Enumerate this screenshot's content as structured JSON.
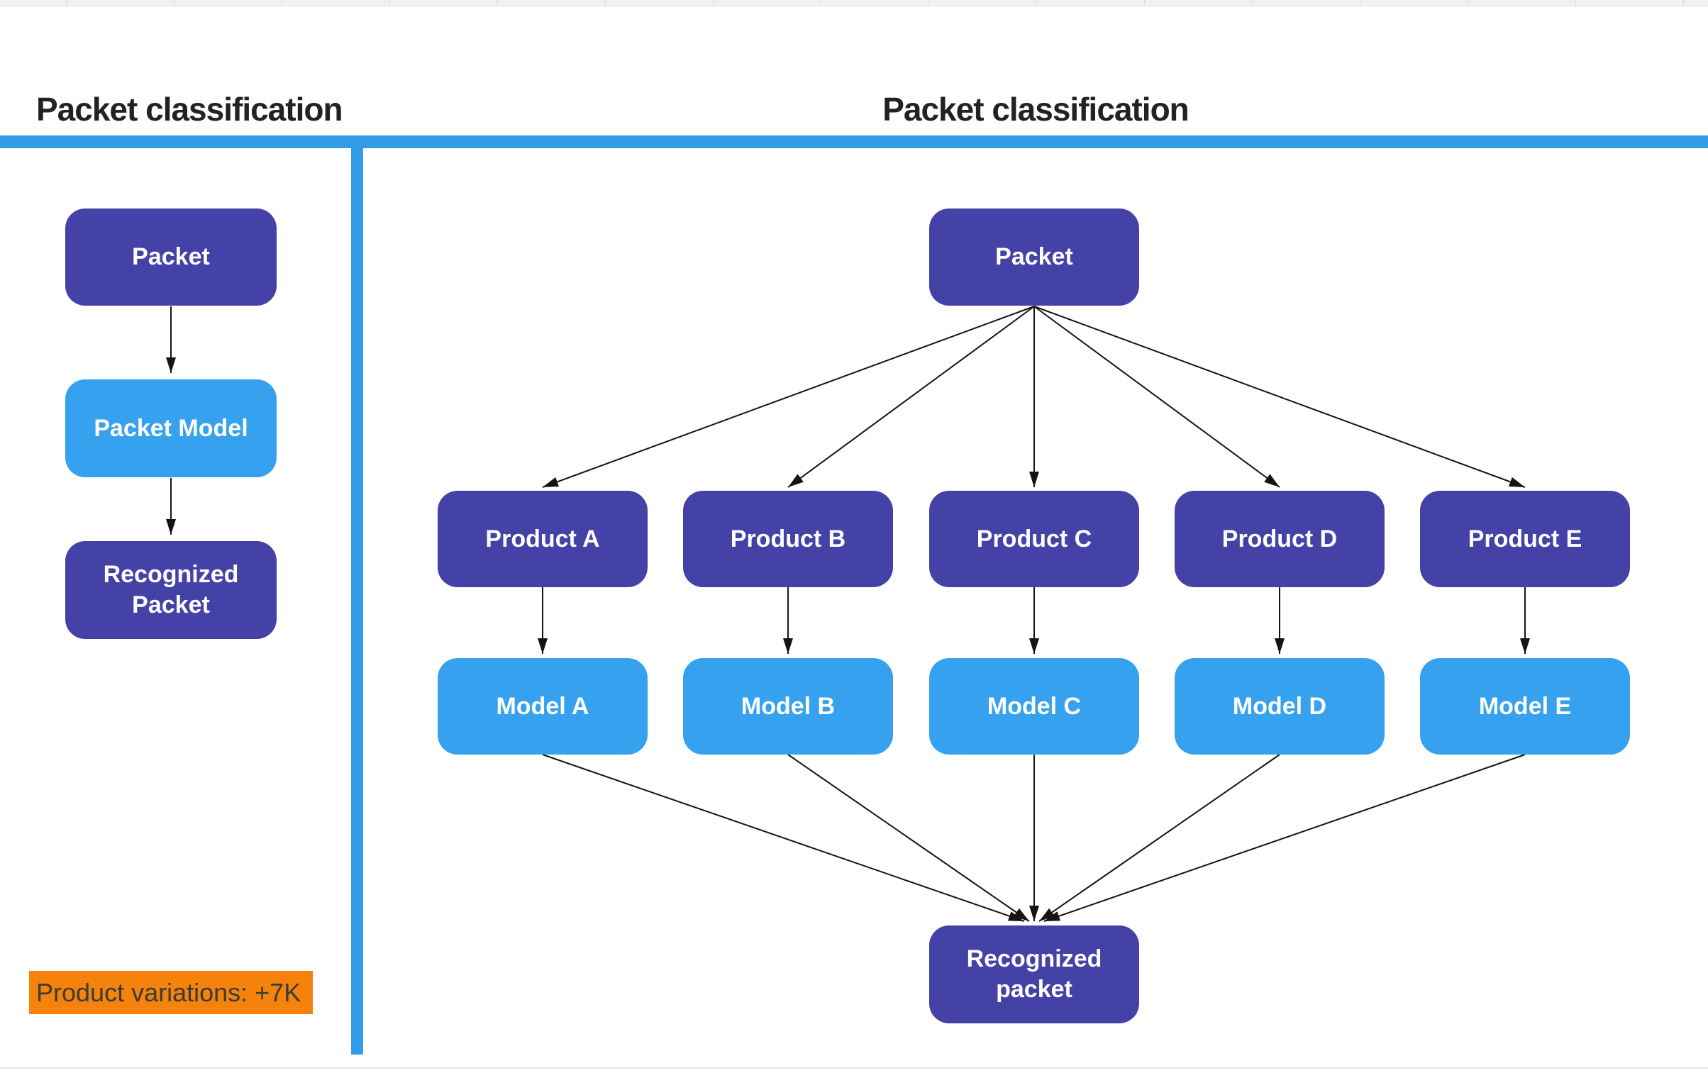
{
  "colors": {
    "indigo": "#4442A6",
    "light_blue": "#36A2EF",
    "bar_blue": "#339CE9",
    "orange": "#F5820B",
    "arrow": "#141414",
    "title_text": "#222222",
    "note_text": "#3B3B3B"
  },
  "panels": {
    "left": {
      "title": "Packet classification",
      "nodes": [
        {
          "id": "packet",
          "label": "Packet",
          "variant": "indigo"
        },
        {
          "id": "packet-model",
          "label": "Packet Model",
          "variant": "light"
        },
        {
          "id": "recognized-packet",
          "label": "Recognized Packet",
          "variant": "indigo"
        }
      ],
      "note": "Product variations: +7K"
    },
    "right": {
      "title": "Packet classification",
      "root": {
        "label": "Packet"
      },
      "products": [
        "Product A",
        "Product B",
        "Product C",
        "Product D",
        "Product E"
      ],
      "models": [
        "Model A",
        "Model B",
        "Model C",
        "Model D",
        "Model E"
      ],
      "sink": {
        "label": "Recognized packet"
      }
    }
  }
}
